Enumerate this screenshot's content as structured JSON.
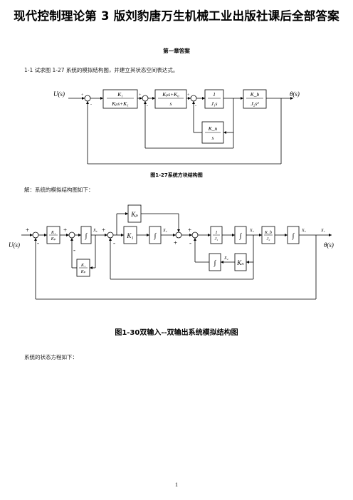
{
  "doc": {
    "title": "现代控制理论第 3 版刘豹唐万生机械工业出版社课后全部答案",
    "subtitle": "第一章答案",
    "problem": "1-1 试求图 1-27 系统的模拟结构图，并建立其状态空间表达式。",
    "fig1_caption": "图1-27系统方块结构图",
    "solution": "解：系统的模拟结构图如下：",
    "fig2_caption": "图1-30双输入--双输出系统模拟结构图",
    "state_eq_intro": "系统的状态方程如下：",
    "page_number": "1"
  },
  "fig1": {
    "input": "U(s)",
    "output": "θ(s)",
    "plus": "+",
    "minus": "-",
    "block1_num": "K₁",
    "block1_den": "Kₚs+K₁",
    "block2_num": "Kₚs+K₀",
    "block2_den": "s",
    "block3_num": "1",
    "block3_den": "J₁s",
    "block4_num": "K_b",
    "block4_den": "J₂s²",
    "feedback_num": "K_n",
    "feedback_den": "s"
  },
  "fig2": {
    "input": "U(s)",
    "output": "θ(s)",
    "plus": "+",
    "minus": "-",
    "gain_k1_num": "K₁",
    "gain_k1_den": "Kₚ",
    "fb_gain_num": "K₁",
    "fb_gain_den": "Kₚ",
    "gain_kp": "Kₚ",
    "gain_k1": "K₁",
    "gain_j1_num": "1",
    "gain_j1_den": "J₁",
    "gain_kb_num": "K_b",
    "gain_kb_den": "J₂",
    "gain_kn": "Kₙ",
    "integrator": "∫",
    "x1": "X₁",
    "x2": "X₂",
    "x3": "X₃",
    "x4": "X₄",
    "x5": "X₅",
    "x6": "X₆"
  }
}
